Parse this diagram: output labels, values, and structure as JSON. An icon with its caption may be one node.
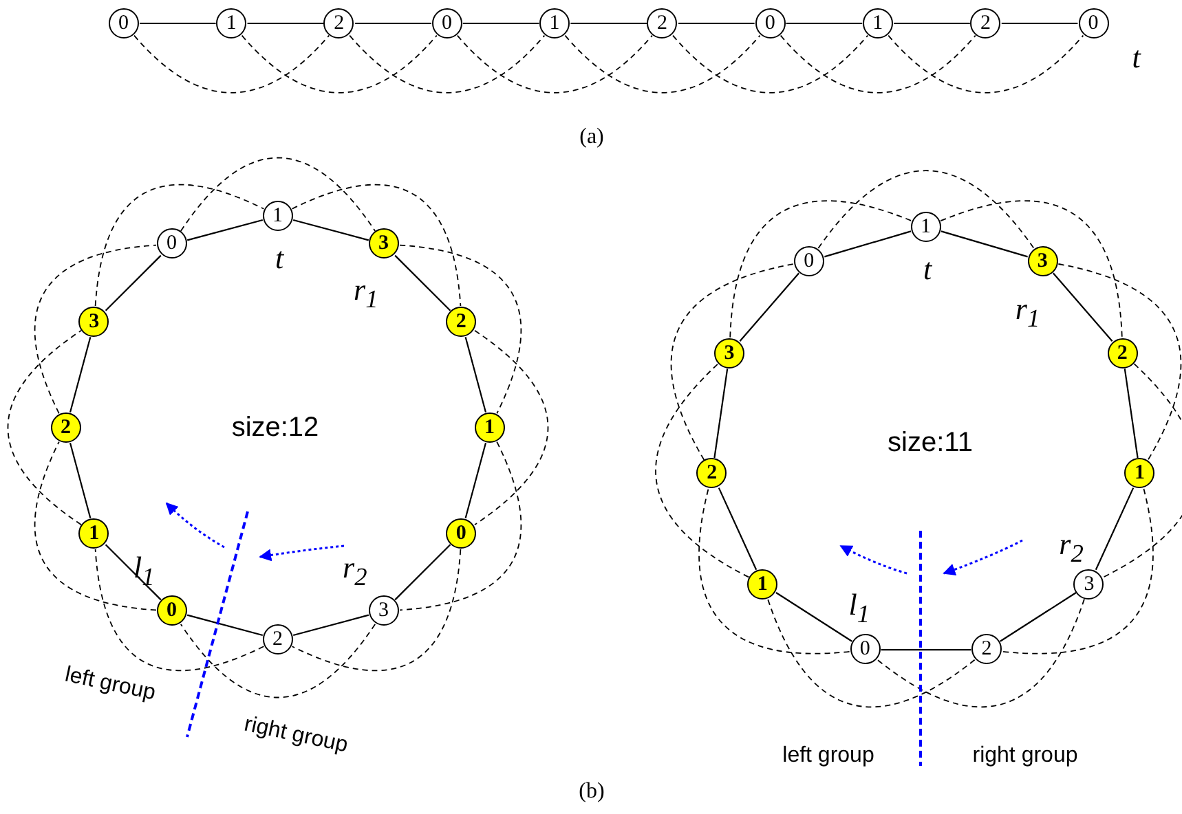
{
  "diagram": {
    "nodes": [
      {
        "text": [
          "0"
        ]
      },
      {
        "text": [
          "1"
        ]
      },
      {
        "text": [
          "2"
        ]
      },
      {
        "text": [
          "0"
        ]
      },
      {
        "text": [
          "1"
        ]
      },
      {
        "text": [
          "2"
        ]
      },
      {
        "text": [
          "0"
        ]
      },
      {
        "text": [
          "1"
        ]
      },
      {
        "text": [
          "2"
        ]
      },
      {
        "text": [
          "0"
        ],
        "beside": [
          "t"
        ]
      },
      {
        "text": [
          "1"
        ],
        "beside": [
          "t"
        ]
      },
      {
        "text": [
          "3"
        ],
        "beside": [
          "r$_{1}$"
        ]
      },
      {
        "text": [
          "2"
        ]
      },
      {
        "text": [
          "1"
        ]
      },
      {
        "text": [
          "0"
        ]
      },
      {
        "text": [
          "3"
        ],
        "beside": [
          "r$_{2}$"
        ]
      },
      {
        "text": [
          "2"
        ]
      },
      {
        "text": [
          "0"
        ],
        "beside": [
          "l$_{1}$"
        ]
      },
      {
        "text": [
          "1"
        ]
      },
      {
        "text": [
          "2"
        ]
      },
      {
        "text": [
          "3"
        ]
      },
      {
        "text": [
          "0"
        ]
      },
      {
        "text": [
          "1"
        ],
        "beside": [
          "t"
        ]
      },
      {
        "text": [
          "3"
        ],
        "beside": [
          "r$_{1}$"
        ]
      },
      {
        "text": [
          "2"
        ]
      },
      {
        "text": [
          "1"
        ]
      },
      {
        "text": [
          "3"
        ],
        "beside": [
          "r$_{2}$"
        ]
      },
      {
        "text": [
          "2"
        ]
      },
      {
        "text": [
          "0"
        ],
        "beside": [
          "l$_{1}$"
        ]
      },
      {
        "text": [
          "1"
        ]
      },
      {
        "text": [
          "2"
        ]
      },
      {
        "text": [
          "3"
        ]
      },
      {
        "text": [
          "0"
        ]
      }
    ],
    "edges": [
      {
        "from": 0,
        "to": 1,
        "arrow": "none"
      },
      {
        "from": 1,
        "to": 2,
        "arrow": "none"
      },
      {
        "from": 2,
        "to": 3,
        "arrow": "none"
      },
      {
        "from": 3,
        "to": 4,
        "arrow": "none"
      },
      {
        "from": 4,
        "to": 5,
        "arrow": "none"
      },
      {
        "from": 5,
        "to": 6,
        "arrow": "none"
      },
      {
        "from": 6,
        "to": 7,
        "arrow": "none"
      },
      {
        "from": 7,
        "to": 8,
        "arrow": "none"
      },
      {
        "from": 8,
        "to": 9,
        "arrow": "none"
      },
      {
        "from": 0,
        "to": 2,
        "arrow": "none",
        "style": "dashed"
      },
      {
        "from": 1,
        "to": 3,
        "arrow": "none",
        "style": "dashed"
      },
      {
        "from": 2,
        "to": 4,
        "arrow": "none",
        "style": "dashed"
      },
      {
        "from": 3,
        "to": 5,
        "arrow": "none",
        "style": "dashed"
      },
      {
        "from": 4,
        "to": 6,
        "arrow": "none",
        "style": "dashed"
      },
      {
        "from": 5,
        "to": 7,
        "arrow": "none",
        "style": "dashed"
      },
      {
        "from": 6,
        "to": 8,
        "arrow": "none",
        "style": "dashed"
      },
      {
        "from": 7,
        "to": 9,
        "arrow": "none",
        "style": "dashed"
      },
      {
        "from": 10,
        "to": 11,
        "arrow": "none"
      },
      {
        "from": 11,
        "to": 12,
        "arrow": "none"
      },
      {
        "from": 12,
        "to": 13,
        "arrow": "none"
      },
      {
        "from": 13,
        "to": 14,
        "arrow": "none"
      },
      {
        "from": 14,
        "to": 15,
        "arrow": "none"
      },
      {
        "from": 15,
        "to": 16,
        "arrow": "none"
      },
      {
        "from": 16,
        "to": 17,
        "arrow": "none"
      },
      {
        "from": 17,
        "to": 18,
        "arrow": "none"
      },
      {
        "from": 18,
        "to": 19,
        "arrow": "none"
      },
      {
        "from": 19,
        "to": 20,
        "arrow": "none"
      },
      {
        "from": 20,
        "to": 21,
        "arrow": "none"
      },
      {
        "from": 21,
        "to": 10,
        "arrow": "none"
      },
      {
        "from": 10,
        "to": 12,
        "arrow": "none",
        "style": "dashed"
      },
      {
        "from": 11,
        "to": 13,
        "arrow": "none",
        "style": "dashed"
      },
      {
        "from": 12,
        "to": 14,
        "arrow": "none",
        "style": "dashed"
      },
      {
        "from": 13,
        "to": 15,
        "arrow": "none",
        "style": "dashed"
      },
      {
        "from": 14,
        "to": 16,
        "arrow": "none",
        "style": "dashed"
      },
      {
        "from": 15,
        "to": 17,
        "arrow": "none",
        "style": "dashed"
      },
      {
        "from": 16,
        "to": 18,
        "arrow": "none",
        "style": "dashed"
      },
      {
        "from": 17,
        "to": 19,
        "arrow": "none",
        "style": "dashed"
      },
      {
        "from": 18,
        "to": 20,
        "arrow": "none",
        "style": "dashed"
      },
      {
        "from": 19,
        "to": 21,
        "arrow": "none",
        "style": "dashed"
      },
      {
        "from": 20,
        "to": 10,
        "arrow": "none",
        "style": "dashed"
      },
      {
        "from": 21,
        "to": 11,
        "arrow": "none",
        "style": "dashed"
      },
      {
        "from": 22,
        "to": 23,
        "arrow": "none"
      },
      {
        "from": 23,
        "to": 24,
        "arrow": "none"
      },
      {
        "from": 24,
        "to": 25,
        "arrow": "none"
      },
      {
        "from": 25,
        "to": 26,
        "arrow": "none"
      },
      {
        "from": 26,
        "to": 27,
        "arrow": "none"
      },
      {
        "from": 27,
        "to": 28,
        "arrow": "none"
      },
      {
        "from": 28,
        "to": 29,
        "arrow": "none"
      },
      {
        "from": 29,
        "to": 30,
        "arrow": "none"
      },
      {
        "from": 30,
        "to": 31,
        "arrow": "none"
      },
      {
        "from": 31,
        "to": 32,
        "arrow": "none"
      },
      {
        "from": 32,
        "to": 22,
        "arrow": "none"
      },
      {
        "from": 22,
        "to": 24,
        "arrow": "none",
        "style": "dashed"
      },
      {
        "from": 23,
        "to": 25,
        "arrow": "none",
        "style": "dashed"
      },
      {
        "from": 24,
        "to": 26,
        "arrow": "none",
        "style": "dashed"
      },
      {
        "from": 25,
        "to": 27,
        "arrow": "none",
        "style": "dashed"
      },
      {
        "from": 26,
        "to": 28,
        "arrow": "none",
        "style": "dashed"
      },
      {
        "from": 27,
        "to": 29,
        "arrow": "none",
        "style": "dashed"
      },
      {
        "from": 28,
        "to": 30,
        "arrow": "none",
        "style": "dashed"
      },
      {
        "from": 29,
        "to": 31,
        "arrow": "none",
        "style": "dashed"
      },
      {
        "from": 30,
        "to": 32,
        "arrow": "none",
        "style": "dashed"
      },
      {
        "from": 31,
        "to": 22,
        "arrow": "none",
        "style": "dashed"
      },
      {
        "from": 32,
        "to": 23,
        "arrow": "none",
        "style": "dashed"
      }
    ],
    "labels": [
      "(a)",
      "size:12",
      "left group",
      "right group",
      "size:11",
      "left group",
      "right group",
      "(b)"
    ]
  }
}
